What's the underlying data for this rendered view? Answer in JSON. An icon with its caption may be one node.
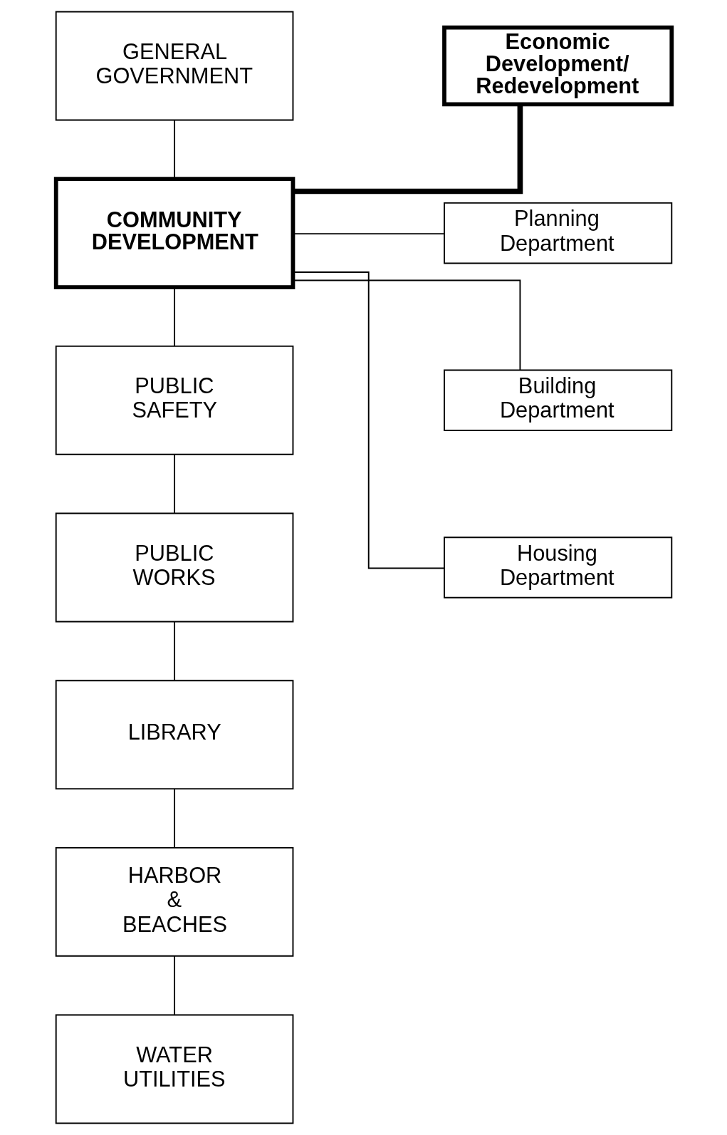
{
  "diagram": {
    "nodes": [
      {
        "text": [
          "GENERAL GOVERNMENT"
        ]
      },
      {
        "text": [
          "COMMUNITY DEVELOPMENT"
        ]
      },
      {
        "text": [
          "Economic Development/ Redevelopment"
        ]
      },
      {
        "text": [
          "Planning Department"
        ]
      },
      {
        "text": [
          "Building Department"
        ]
      },
      {
        "text": [
          "Housing Department"
        ]
      },
      {
        "text": [
          "PUBLIC SAFETY"
        ]
      },
      {
        "text": [
          "PUBLIC WORKS"
        ]
      },
      {
        "text": [
          "LIBRARY"
        ]
      },
      {
        "text": [
          "HARBOR & BEACHES"
        ]
      },
      {
        "text": [
          "WATER UTILITIES"
        ]
      }
    ],
    "edges": [
      {
        "from": 0,
        "to": 1,
        "arrow": "none"
      },
      {
        "from": 1,
        "to": 2,
        "arrow": "none",
        "style": "thick"
      },
      {
        "from": 1,
        "to": 3,
        "arrow": "none"
      },
      {
        "from": 1,
        "to": 4,
        "arrow": "none"
      },
      {
        "from": 1,
        "to": 5,
        "arrow": "none"
      },
      {
        "from": 1,
        "to": 6,
        "arrow": "none"
      },
      {
        "from": 6,
        "to": 7,
        "arrow": "none"
      },
      {
        "from": 7,
        "to": 8,
        "arrow": "none"
      },
      {
        "from": 8,
        "to": 9,
        "arrow": "none"
      },
      {
        "from": 9,
        "to": 10,
        "arrow": "none"
      }
    ]
  }
}
